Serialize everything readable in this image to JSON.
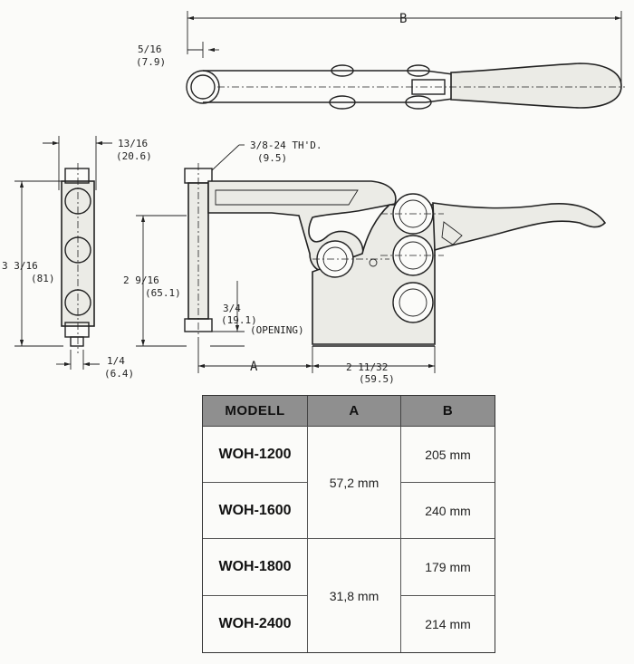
{
  "drawing": {
    "dim_B": "B",
    "dim_A": "A",
    "dim_5_16": "5/16",
    "dim_7_9": "(7.9)",
    "dim_13_16": "13/16",
    "dim_20_6": "(20.6)",
    "thread": "3/8-24 TH'D.",
    "thread_mm": "(9.5)",
    "dim_3_3_16": "3 3/16",
    "dim_81": "(81)",
    "dim_2_9_16": "2 9/16",
    "dim_65_1": "(65.1)",
    "dim_3_4": "3/4",
    "dim_19_1": "(19.1)",
    "opening": "(OPENING)",
    "dim_1_4": "1/4",
    "dim_6_4": "(6.4)",
    "dim_2_11_32": "2 11/32",
    "dim_59_5": "(59.5)"
  },
  "table": {
    "headers": [
      "MODELL",
      "A",
      "B"
    ],
    "rows": [
      {
        "model": "WOH-1200",
        "b": "205 mm"
      },
      {
        "model": "WOH-1600",
        "b": "240 mm"
      },
      {
        "model": "WOH-1800",
        "b": "179 mm"
      },
      {
        "model": "WOH-2400",
        "b": "214 mm"
      }
    ],
    "a_groups": [
      "57,2 mm",
      "31,8 mm"
    ]
  }
}
